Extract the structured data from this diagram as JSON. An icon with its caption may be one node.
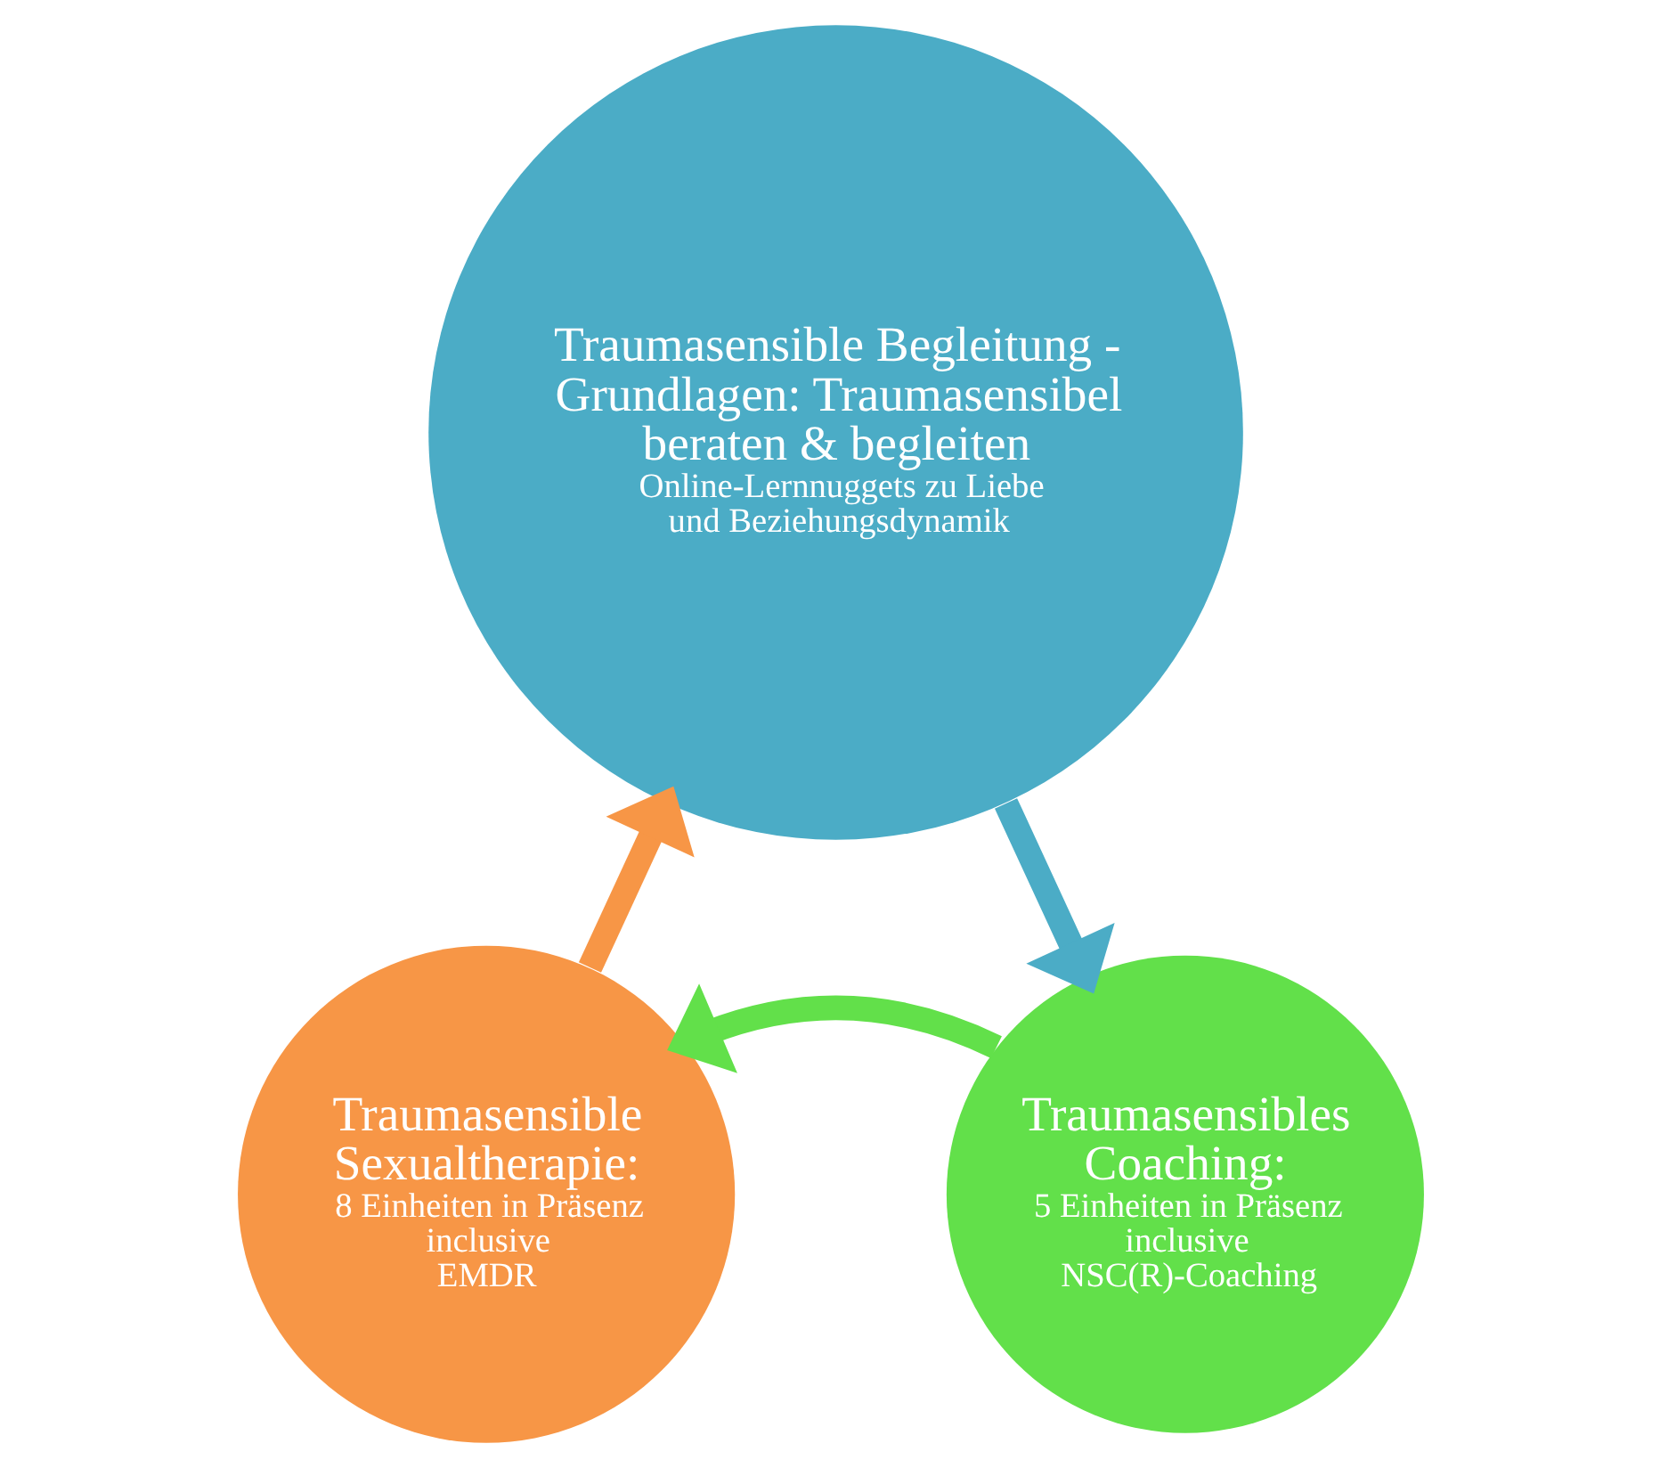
{
  "diagram": {
    "nodes": [
      {
        "text": [
          "Traumasensible Begleitung - Grundlagen: Traumasensibel beraten & begleiten",
          "Online-Lernnuggets zu Liebe und Beziehungsdynamik"
        ]
      },
      {
        "text": [
          "Traumasensibles Coaching:",
          "5 Einheiten in Präsenz inclusive NSC(R)-Coaching"
        ]
      },
      {
        "text": [
          "Traumasensible Sexualtherapie:",
          "8 Einheiten in Präsenz inclusive",
          "EMDR"
        ]
      }
    ],
    "edges": [
      {
        "from": 0,
        "to": 1,
        "arrow": "to",
        "color": "#4bacc6"
      },
      {
        "from": 1,
        "to": 2,
        "arrow": "to",
        "color": "#62e04a"
      },
      {
        "from": 2,
        "to": 0,
        "arrow": "to",
        "color": "#f79646"
      }
    ]
  }
}
